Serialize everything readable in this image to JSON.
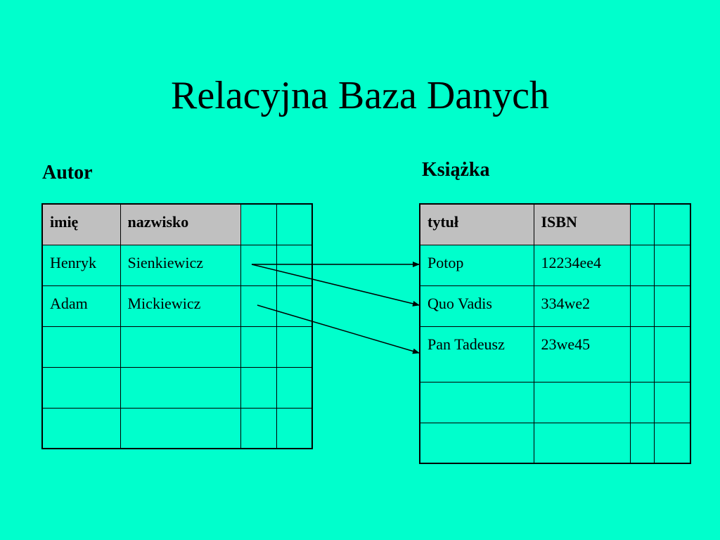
{
  "title": "Relacyjna Baza Danych",
  "autor": {
    "caption": "Autor",
    "headers": [
      "imię",
      "nazwisko",
      "",
      ""
    ],
    "rows": [
      [
        "Henryk",
        "Sienkiewicz",
        "",
        ""
      ],
      [
        "Adam",
        "Mickiewicz",
        "",
        ""
      ],
      [
        "",
        "",
        "",
        ""
      ],
      [
        "",
        "",
        "",
        ""
      ],
      [
        "",
        "",
        "",
        ""
      ]
    ]
  },
  "ksiazka": {
    "caption": "Książka",
    "headers": [
      "tytuł",
      "ISBN",
      "",
      ""
    ],
    "rows": [
      [
        "Potop",
        "12234ee4",
        "",
        ""
      ],
      [
        "Quo Vadis",
        "334we2",
        "",
        ""
      ],
      [
        "Pan Tadeusz",
        "23we45",
        "",
        ""
      ],
      [
        "",
        "",
        "",
        ""
      ],
      [
        "",
        "",
        "",
        ""
      ]
    ]
  },
  "relations": [
    {
      "from": "Sienkiewicz",
      "to": "Potop"
    },
    {
      "from": "Sienkiewicz",
      "to": "Quo Vadis"
    },
    {
      "from": "Mickiewicz",
      "to": "Pan Tadeusz"
    }
  ],
  "colors": {
    "background": "#00FFCC",
    "header_fill": "#C0C0C0",
    "line": "#000000"
  }
}
